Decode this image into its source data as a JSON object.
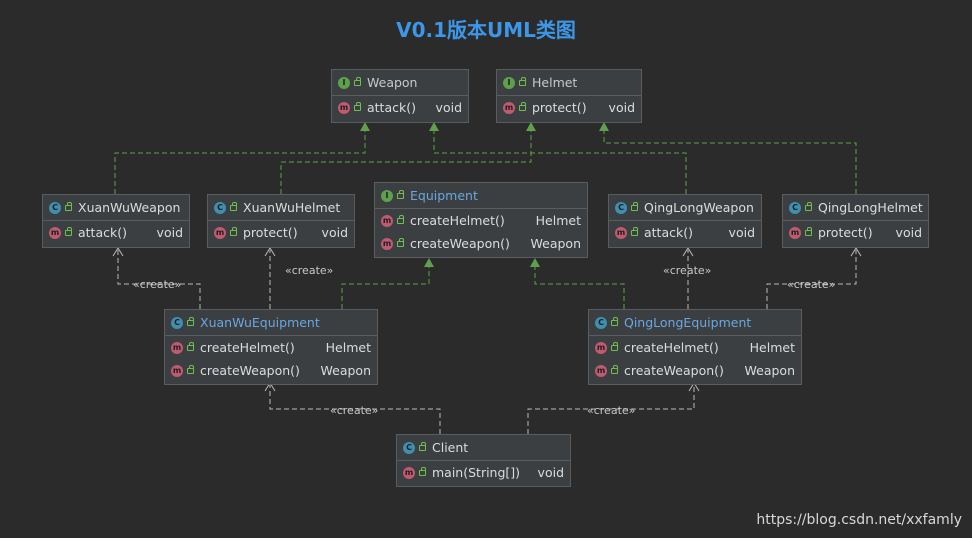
{
  "title": "V0.1版本UML类图",
  "watermark": "https://blog.csdn.net/xxfamly",
  "stereotype": "«create»",
  "colors": {
    "background": "#2b2b2b",
    "title": "#3d97e8",
    "box": "#3c3f41",
    "edge": "#5fa04e",
    "interface_badge": "#5fa04e",
    "class_badge": "#3e8fb0",
    "method_badge": "#c05a72"
  },
  "classes": {
    "weapon": {
      "kind": "I",
      "name": "Weapon",
      "methods": [
        {
          "name": "attack()",
          "type": "void"
        }
      ]
    },
    "helmet": {
      "kind": "I",
      "name": "Helmet",
      "methods": [
        {
          "name": "protect()",
          "type": "void"
        }
      ]
    },
    "equipment": {
      "kind": "I",
      "name": "Equipment",
      "methods": [
        {
          "name": "createHelmet()",
          "type": "Helmet"
        },
        {
          "name": "createWeapon()",
          "type": "Weapon"
        }
      ]
    },
    "xuanwu_weapon": {
      "kind": "C",
      "name": "XuanWuWeapon",
      "methods": [
        {
          "name": "attack()",
          "type": "void"
        }
      ]
    },
    "xuanwu_helmet": {
      "kind": "C",
      "name": "XuanWuHelmet",
      "methods": [
        {
          "name": "protect()",
          "type": "void"
        }
      ]
    },
    "qinglong_weapon": {
      "kind": "C",
      "name": "QingLongWeapon",
      "methods": [
        {
          "name": "attack()",
          "type": "void"
        }
      ]
    },
    "qinglong_helmet": {
      "kind": "C",
      "name": "QingLongHelmet",
      "methods": [
        {
          "name": "protect()",
          "type": "void"
        }
      ]
    },
    "xuanwu_equipment": {
      "kind": "C",
      "name": "XuanWuEquipment",
      "methods": [
        {
          "name": "createHelmet()",
          "type": "Helmet"
        },
        {
          "name": "createWeapon()",
          "type": "Weapon"
        }
      ]
    },
    "qinglong_equipment": {
      "kind": "C",
      "name": "QingLongEquipment",
      "methods": [
        {
          "name": "createHelmet()",
          "type": "Helmet"
        },
        {
          "name": "createWeapon()",
          "type": "Weapon"
        }
      ]
    },
    "client": {
      "kind": "C",
      "name": "Client",
      "methods": [
        {
          "name": "main(String[])",
          "type": "void"
        }
      ]
    }
  }
}
